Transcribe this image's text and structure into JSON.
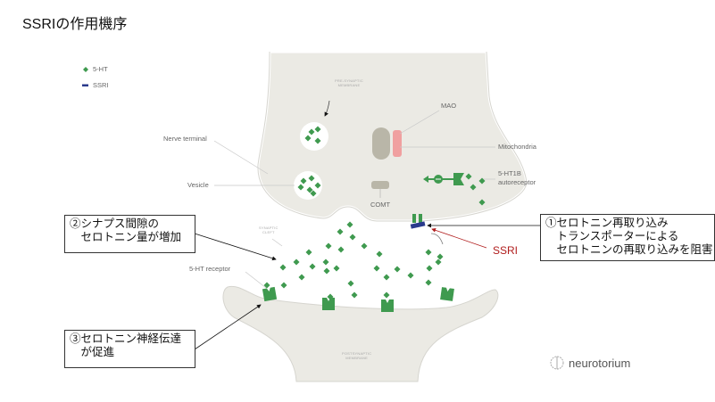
{
  "title": "SSRIの作用機序",
  "legend": [
    {
      "label": "5-HT",
      "icon": "diamond-icon",
      "color": "#3f9a4f"
    },
    {
      "label": "SSRI",
      "icon": "bar-icon",
      "color": "#2a3a8c"
    }
  ],
  "labels": {
    "nerve_terminal": "Nerve terminal",
    "vesicle": "Vesicle",
    "mao": "MAO",
    "mitochondria": "Mitochondria",
    "autoreceptor": "5-HT1B\nautoreceptor",
    "comt": "COMT",
    "receptor": "5-HT receptor",
    "pre_membrane": "PRE-SYNAPTIC\nMEMBRANE",
    "cleft": "SYNAPTIC\nCLEFT",
    "post_membrane": "POSTSYNAPTIC\nMEMBRANE"
  },
  "annotations": {
    "box1": "①セロトニン再取り込み\n　トランスポーターによる\n　セロトニンの再取り込みを阻害",
    "box2": "②シナプス間隙の\n　セロトニン量が増加",
    "box3": "③セロトニン神経伝達\n　が促進",
    "ssri": "SSRI"
  },
  "logo": "neurotorium",
  "colors": {
    "serotonin": "#3f9a4f",
    "ssri": "#2a3a8c",
    "mao": "#f0a0a0",
    "membrane": "#ebeae4",
    "annotation_arrow": "#b01c1c"
  }
}
